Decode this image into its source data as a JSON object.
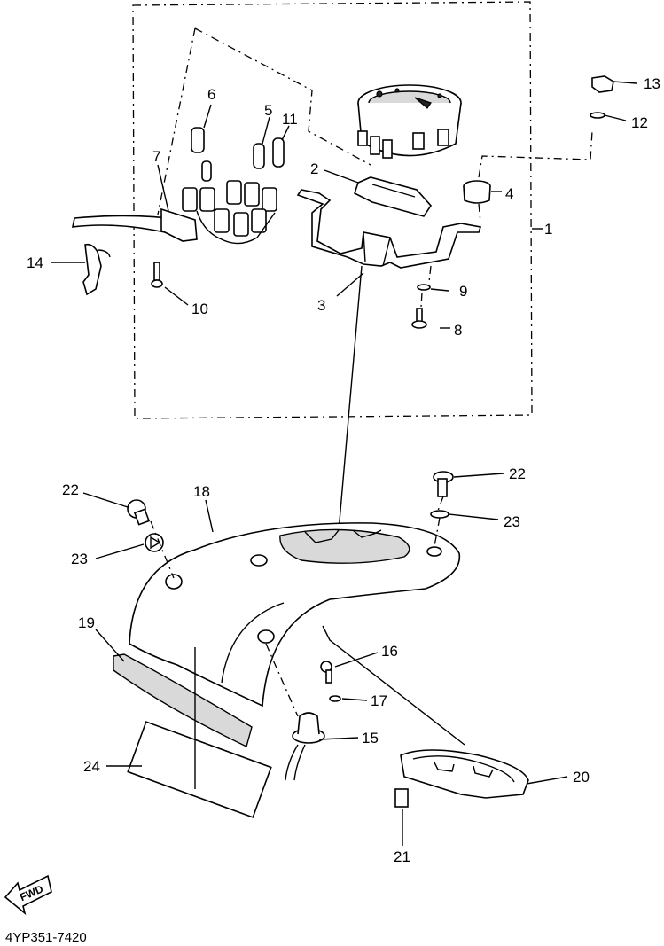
{
  "diagram": {
    "catalog_code": "4YP351-7420",
    "fwd_label": "FWD",
    "callouts": [
      {
        "id": "c1",
        "text": "1"
      },
      {
        "id": "c2",
        "text": "2"
      },
      {
        "id": "c3",
        "text": "3"
      },
      {
        "id": "c4",
        "text": "4"
      },
      {
        "id": "c5",
        "text": "5"
      },
      {
        "id": "c6",
        "text": "6"
      },
      {
        "id": "c7",
        "text": "7"
      },
      {
        "id": "c8",
        "text": "8"
      },
      {
        "id": "c9",
        "text": "9"
      },
      {
        "id": "c10",
        "text": "10"
      },
      {
        "id": "c11",
        "text": "11"
      },
      {
        "id": "c12",
        "text": "12"
      },
      {
        "id": "c13",
        "text": "13"
      },
      {
        "id": "c14",
        "text": "14"
      },
      {
        "id": "c15",
        "text": "15"
      },
      {
        "id": "c16",
        "text": "16"
      },
      {
        "id": "c17",
        "text": "17"
      },
      {
        "id": "c18",
        "text": "18"
      },
      {
        "id": "c19",
        "text": "19"
      },
      {
        "id": "c20",
        "text": "20"
      },
      {
        "id": "c21",
        "text": "21"
      },
      {
        "id": "c22a",
        "text": "22"
      },
      {
        "id": "c22b",
        "text": "22"
      },
      {
        "id": "c23a",
        "text": "23"
      },
      {
        "id": "c23b",
        "text": "23"
      },
      {
        "id": "c24",
        "text": "24"
      }
    ]
  }
}
